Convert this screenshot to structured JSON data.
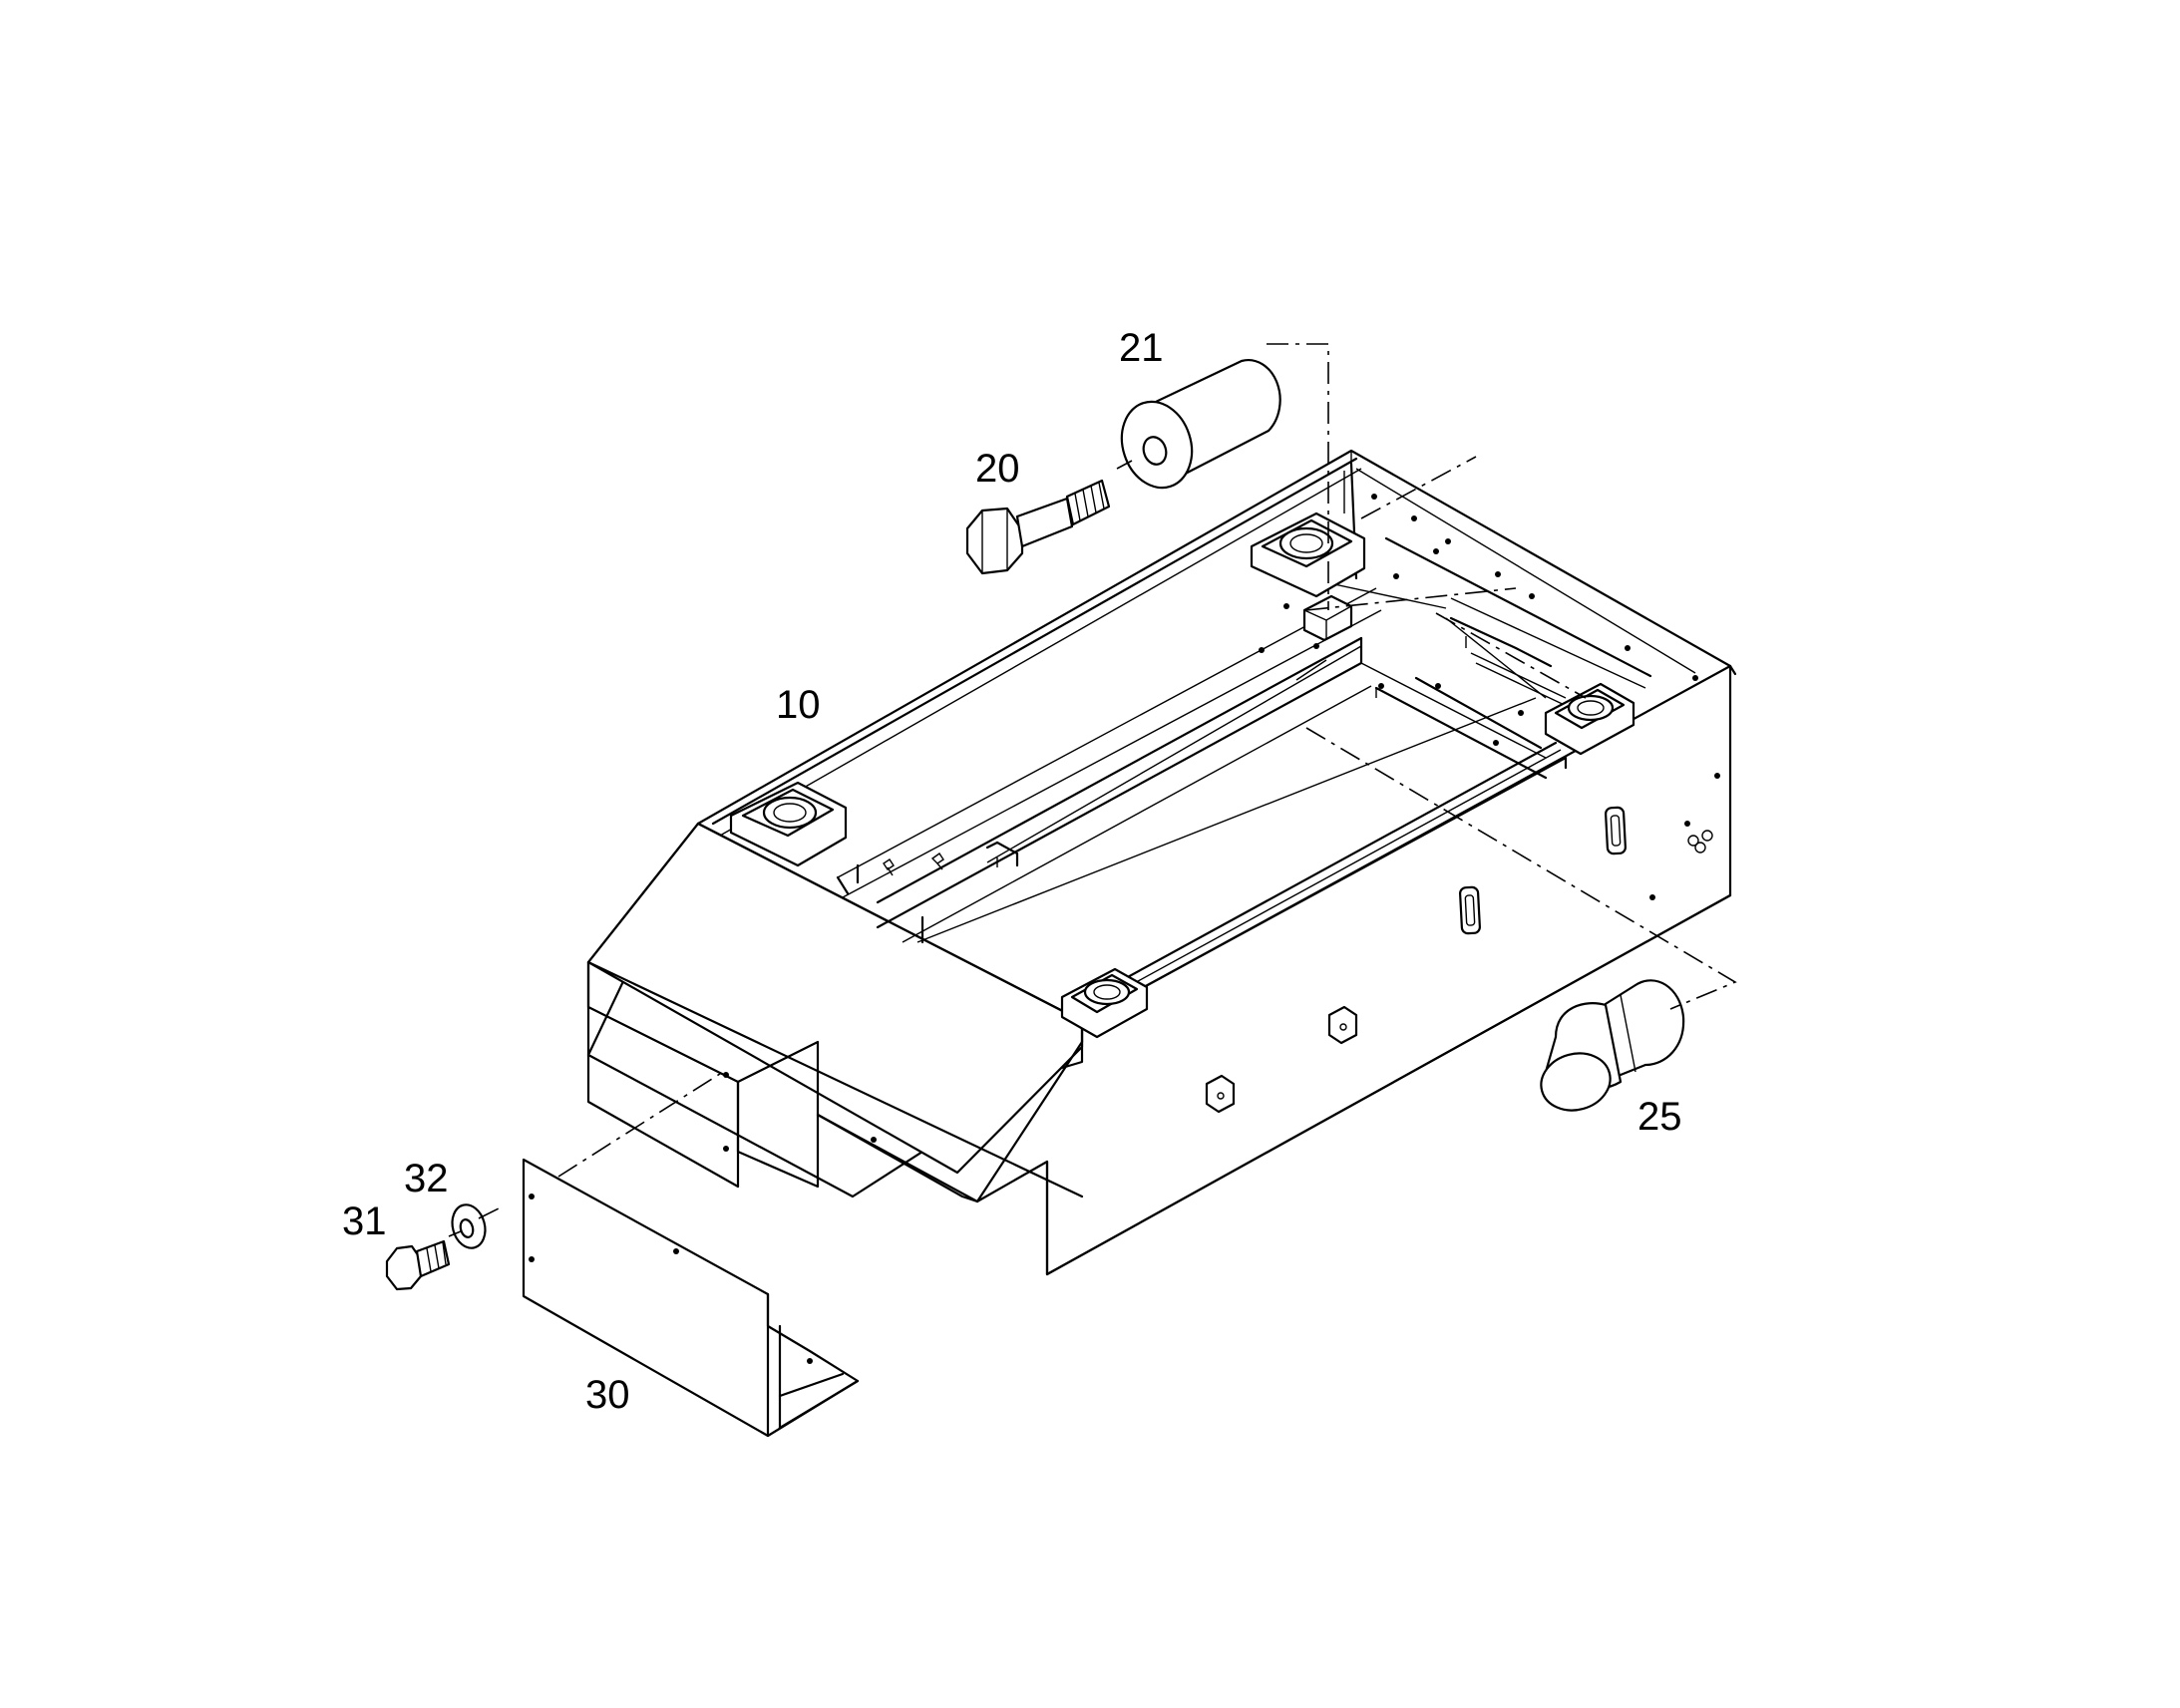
{
  "callouts": {
    "frame": "10",
    "bolt": "20",
    "spacer": "21",
    "buffer": "25",
    "cover": "30",
    "cover_bolt": "31",
    "washer": "32"
  }
}
